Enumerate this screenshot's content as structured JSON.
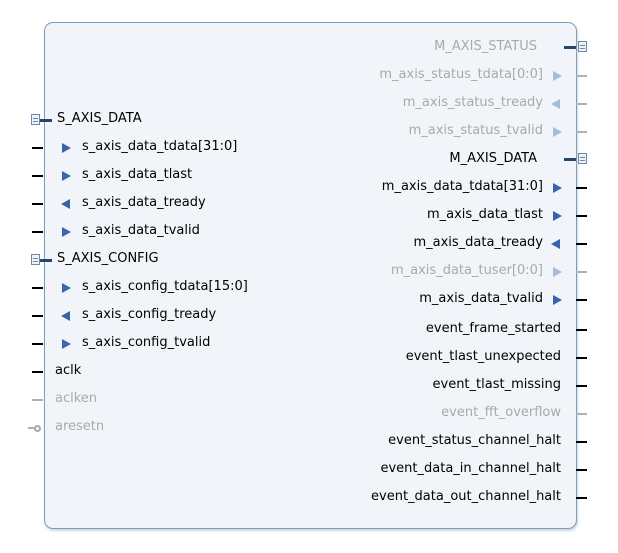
{
  "block": {
    "left_groups": [
      {
        "name": "S_AXIS_DATA",
        "ports": [
          {
            "label": "s_axis_data_tdata[31:0]",
            "dir": "in"
          },
          {
            "label": "s_axis_data_tlast",
            "dir": "in"
          },
          {
            "label": "s_axis_data_tready",
            "dir": "out"
          },
          {
            "label": "s_axis_data_tvalid",
            "dir": "in"
          }
        ]
      },
      {
        "name": "S_AXIS_CONFIG",
        "ports": [
          {
            "label": "s_axis_config_tdata[15:0]",
            "dir": "in"
          },
          {
            "label": "s_axis_config_tready",
            "dir": "out"
          },
          {
            "label": "s_axis_config_tvalid",
            "dir": "in"
          }
        ]
      }
    ],
    "left_signals": [
      {
        "label": "aclk",
        "style": "normal"
      },
      {
        "label": "aclken",
        "style": "disabled"
      },
      {
        "label": "aresetn",
        "style": "active-low-disabled"
      }
    ],
    "right_groups": [
      {
        "name": "M_AXIS_STATUS",
        "disabled": true,
        "ports": [
          {
            "label": "m_axis_status_tdata[0:0]",
            "dir": "out",
            "disabled": true
          },
          {
            "label": "m_axis_status_tready",
            "dir": "in",
            "disabled": true
          },
          {
            "label": "m_axis_status_tvalid",
            "dir": "out",
            "disabled": true
          }
        ]
      },
      {
        "name": "M_AXIS_DATA",
        "disabled": false,
        "ports": [
          {
            "label": "m_axis_data_tdata[31:0]",
            "dir": "out",
            "disabled": false
          },
          {
            "label": "m_axis_data_tlast",
            "dir": "out",
            "disabled": false
          },
          {
            "label": "m_axis_data_tready",
            "dir": "in",
            "disabled": false
          },
          {
            "label": "m_axis_data_tuser[0:0]",
            "dir": "out",
            "disabled": true
          },
          {
            "label": "m_axis_data_tvalid",
            "dir": "out",
            "disabled": false
          }
        ]
      }
    ],
    "right_signals": [
      {
        "label": "event_frame_started",
        "disabled": false
      },
      {
        "label": "event_tlast_unexpected",
        "disabled": false
      },
      {
        "label": "event_tlast_missing",
        "disabled": false
      },
      {
        "label": "event_fft_overflow",
        "disabled": true
      },
      {
        "label": "event_status_channel_halt",
        "disabled": false
      },
      {
        "label": "event_data_in_channel_halt",
        "disabled": false
      },
      {
        "label": "event_data_out_channel_halt",
        "disabled": false
      }
    ],
    "colors": {
      "body": "#f1f5f9",
      "border": "#7e9db8",
      "arrow": "#3a63a9",
      "bus": "#24456e",
      "disabled_text": "#a9a9a9"
    }
  }
}
